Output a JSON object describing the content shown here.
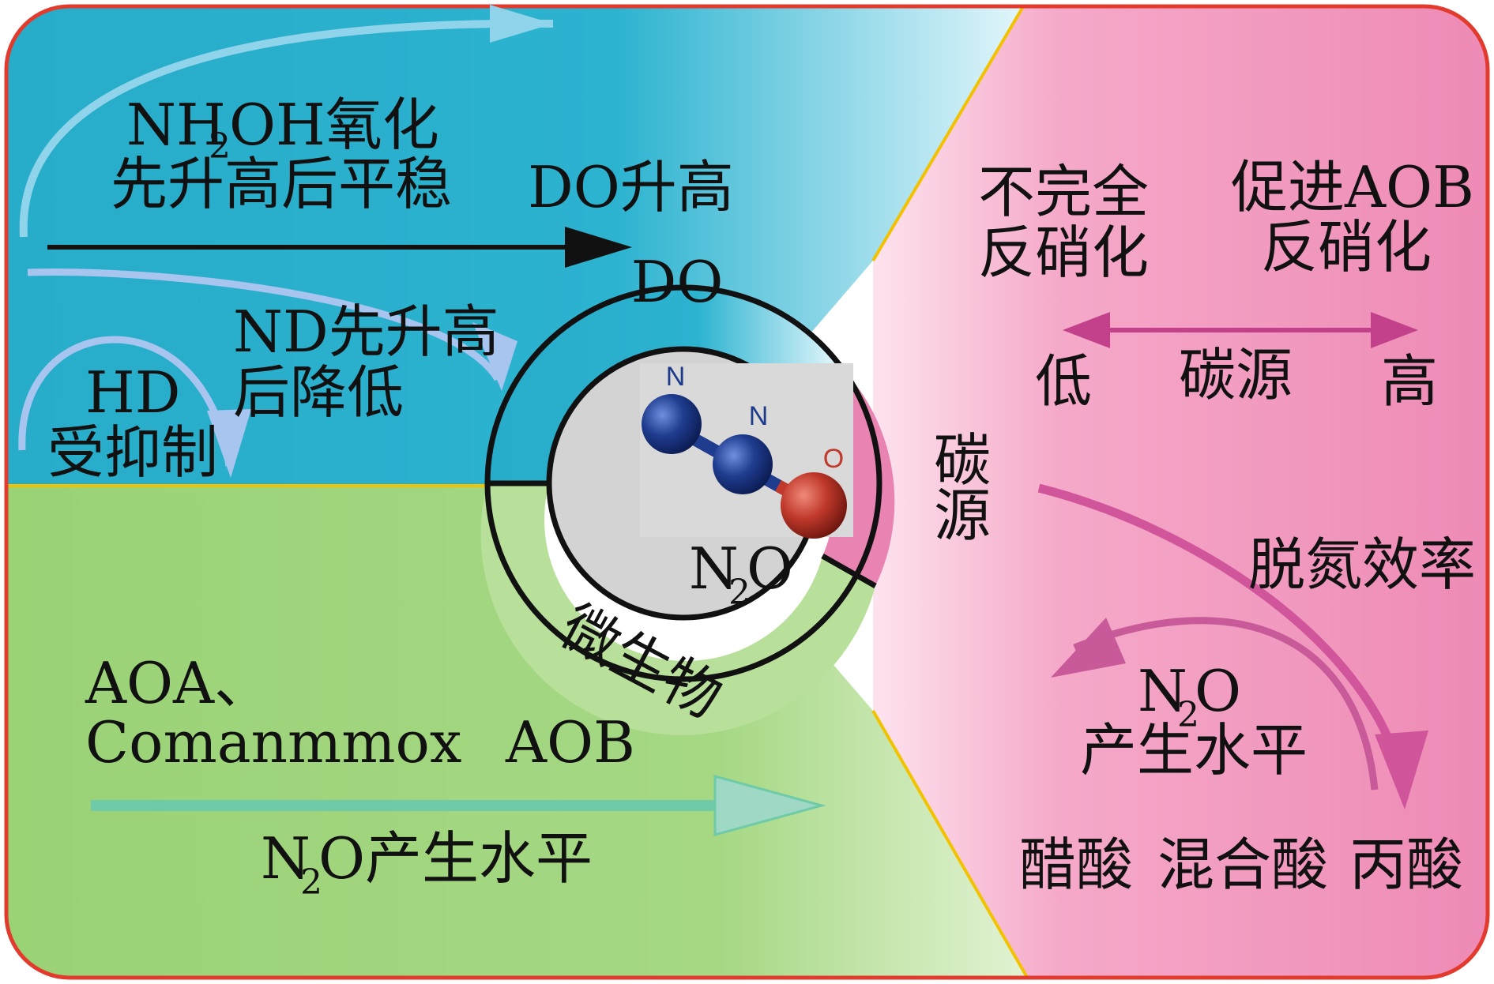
{
  "colors": {
    "do_panel": "#2cb3d0",
    "do_panel_light": "#c8eef6",
    "microbe_panel": "#9fd47a",
    "microbe_panel_light": "#e6f5d8",
    "carbon_panel": "#ef8fb8",
    "carbon_panel_light": "#fbd9e8",
    "outline": "#e23a2c",
    "divider": "#f2c200",
    "carbon_arrow": "#c2418a",
    "atom_n": "#1e3a8a",
    "atom_o": "#c0392b",
    "core": "#cfcfcf"
  },
  "do_section": {
    "nh2oh_line1_a": "NH",
    "nh2oh_line1_sub": "2",
    "nh2oh_line1_b": "OH氧化",
    "nh2oh_line2": "先升高后平稳",
    "do_increase": "DO升高",
    "nd_line1": "ND先升高",
    "nd_line2": "后降低",
    "hd_line1": "HD",
    "hd_line2": "受抑制"
  },
  "ring": {
    "do_label": "DO",
    "carbon_label_1": "碳",
    "carbon_label_2": "源",
    "microbe_label": "微生物"
  },
  "core": {
    "n2o_a": "N",
    "n2o_sub": "2",
    "n2o_b": "O",
    "atom_n1": "N",
    "atom_n2": "N",
    "atom_o": "O"
  },
  "carbon_section": {
    "incomplete_line1": "不完全",
    "incomplete_line2": "反硝化",
    "aob_line1": "促进AOB",
    "aob_line2": "反硝化",
    "low": "低",
    "carbon_source": "碳源",
    "high": "高",
    "denitrification_efficiency": "脱氮效率",
    "n2o_level_a": "N",
    "n2o_level_sub": "2",
    "n2o_level_b": "O",
    "n2o_level_line2": "产生水平",
    "acetic": "醋酸",
    "mixed": "混合酸",
    "propionic": "丙酸"
  },
  "microbe_section": {
    "aoa": "AOA、",
    "comammox": "Comanmmox",
    "aob": "AOB",
    "n2o_a": "N",
    "n2o_sub": "2",
    "n2o_b": "O产生水平"
  }
}
